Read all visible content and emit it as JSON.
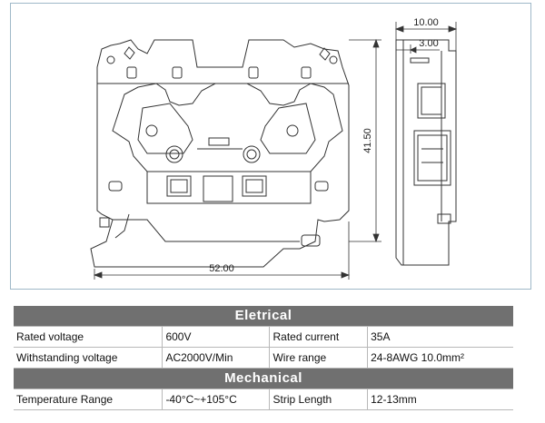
{
  "drawing": {
    "dim_length": "52.00",
    "dim_height": "41.50",
    "dim_width": "10.00",
    "dim_step": "3.00"
  },
  "electrical": {
    "title": "Eletrical",
    "rows": [
      {
        "label1": "Rated voltage",
        "value1": "600V",
        "label2": "Rated current",
        "value2": "35A"
      },
      {
        "label1": "Withstanding voltage",
        "value1": "AC2000V/Min",
        "label2": "Wire range",
        "value2": "24-8AWG  10.0mm²"
      }
    ]
  },
  "mechanical": {
    "title": "Mechanical",
    "rows": [
      {
        "label1": "Temperature Range",
        "value1": "-40°C~+105°C",
        "label2": "Strip Length",
        "value2": "12-13mm"
      }
    ]
  }
}
